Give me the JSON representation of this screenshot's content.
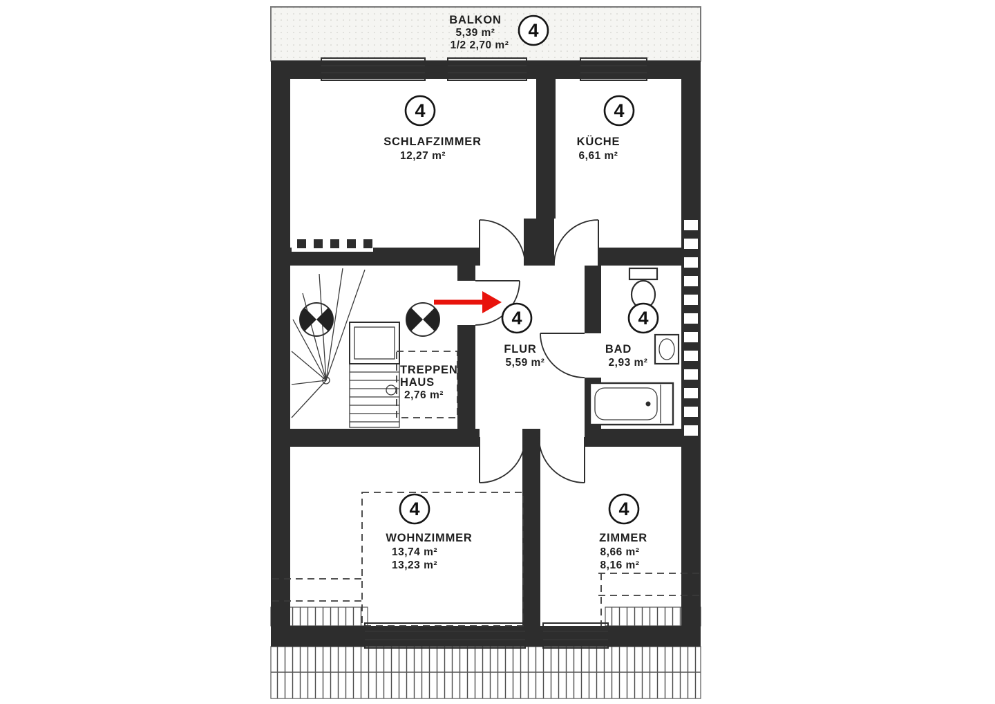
{
  "page": {
    "background_color": "#ffffff"
  },
  "plan": {
    "colors": {
      "wall": "#2d2d2d",
      "arrow": "#e8130c"
    },
    "rooms": {
      "balkon": {
        "unit": "4",
        "name": "BALKON",
        "area": "5,39 m²",
        "area_half": "1/2 2,70 m²"
      },
      "schlafzimmer": {
        "unit": "4",
        "name": "SCHLAFZIMMER",
        "area": "12,27 m²"
      },
      "kueche": {
        "unit": "4",
        "name": "KÜCHE",
        "area": "6,61 m²"
      },
      "flur": {
        "unit": "4",
        "name": "FLUR",
        "area": "5,59 m²"
      },
      "bad": {
        "unit": "4",
        "name": "BAD",
        "area": "2,93 m²"
      },
      "treppenhaus": {
        "name_line1": "TREPPEN",
        "name_line2": "HAUS",
        "area": "2,76 m²"
      },
      "wohnzimmer": {
        "unit": "4",
        "name": "WOHNZIMMER",
        "area": "13,74 m²",
        "area_alt": "13,23 m²"
      },
      "zimmer": {
        "unit": "4",
        "name": "ZIMMER",
        "area": "8,66 m²",
        "area_alt": "8,16 m²"
      }
    }
  }
}
